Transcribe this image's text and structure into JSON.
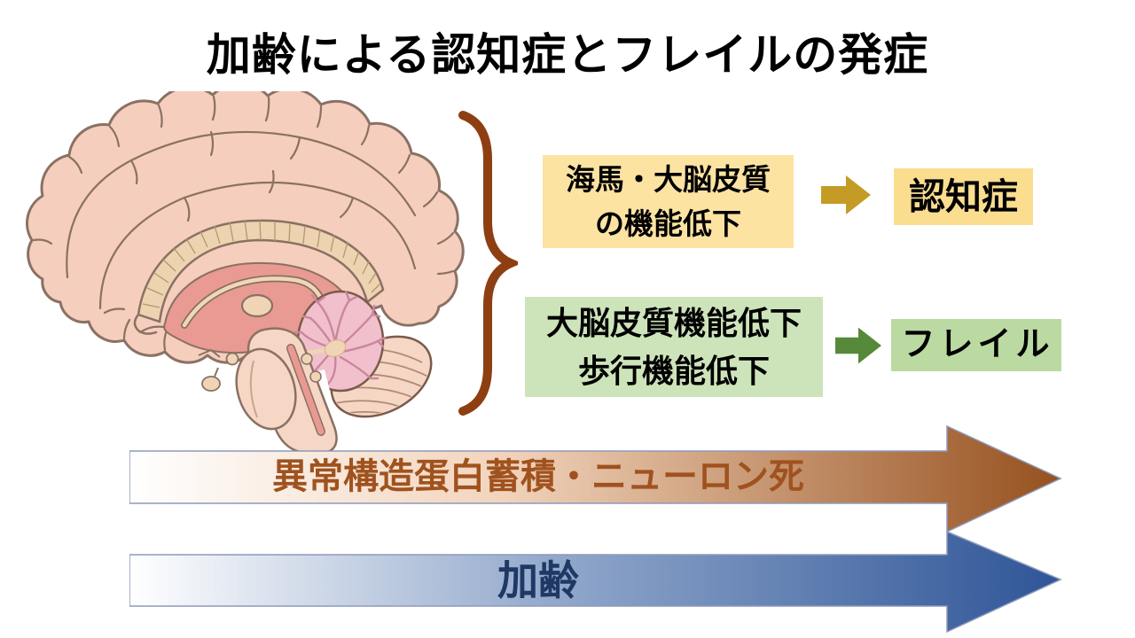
{
  "title": "加齢による認知症とフレイルの発症",
  "pathways": [
    {
      "cause_line1": "海馬・大脳皮質",
      "cause_line2": "の機能低下",
      "outcome": "認知症",
      "cause_bg": "#FCE3A2",
      "outcome_bg": "#FBDD90",
      "arrow_color": "#C49B24"
    },
    {
      "cause_line1": "大脳皮質機能低下",
      "cause_line2": "歩行機能低下",
      "outcome": "フレイル",
      "cause_bg": "#CDE4BA",
      "outcome_bg": "#BADAA2",
      "arrow_color": "#57893A"
    }
  ],
  "timeline_arrows": [
    {
      "label": "異常構造蛋白蓄積・ニューロン死",
      "text_color": "#A0521E",
      "gradient_start": "#FFFFFF",
      "gradient_mid": "#F2D4BC",
      "gradient_end": "#96511F"
    },
    {
      "label": "加齢",
      "text_color": "#1F3864",
      "gradient_start": "#FFFFFF",
      "gradient_mid": "#93A9CC",
      "gradient_end": "#2E5597"
    }
  ],
  "icons": {
    "brain": "sagittal-brain-illustration",
    "brace": "curly-brace",
    "small_arrows": "right-block-arrow"
  },
  "colors": {
    "background": "#FFFFFF",
    "title_text": "#000000",
    "brace": "#8E3F12",
    "big_arrow_outline": "#8D99BB",
    "brain_cortex": "#F5CEBD",
    "brain_outline": "#8A7164",
    "corpus_callosum": "#EED3B0",
    "inner_rose": "#E99A92",
    "cerebellum_pink": "#F2C0CC",
    "brainstem_peach": "#F6D6C5"
  }
}
